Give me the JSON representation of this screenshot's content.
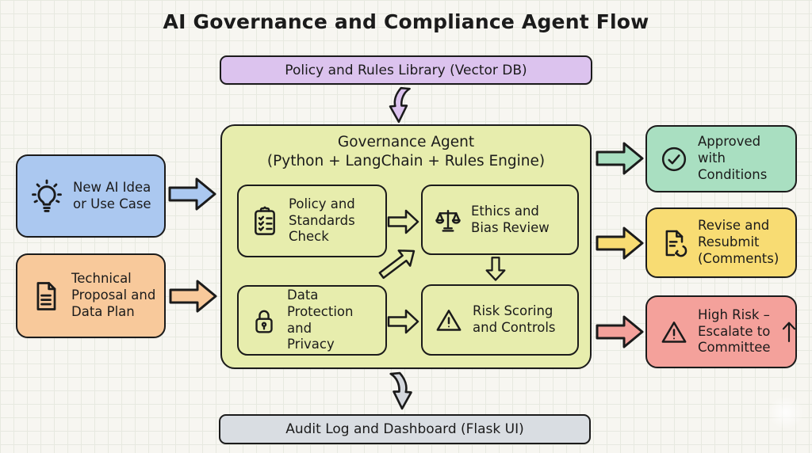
{
  "title": "AI Governance and Compliance Agent Flow",
  "colors": {
    "background": "#f7f6f1",
    "grid_line": "#e7e9e0",
    "outline": "#1b1b1b",
    "policy_library": "#dcc3ee",
    "input_idea": "#abc8f0",
    "input_proposal": "#f8c99b",
    "agent": "#e7edad",
    "approved": "#a9dfc1",
    "revise": "#f8dc73",
    "high_risk": "#f4a19b",
    "audit": "#d9dde2"
  },
  "policy_library": {
    "label": "Policy and Rules Library (Vector DB)"
  },
  "agent": {
    "title": "Governance Agent",
    "subtitle": "(Python + LangChain + Rules Engine)",
    "modules": [
      {
        "label": "Policy and Standards Check",
        "icon": "clipboard-check-icon"
      },
      {
        "label": "Ethics and Bias Review",
        "icon": "scales-icon"
      },
      {
        "label": "Data Protection and Privacy",
        "icon": "lock-icon"
      },
      {
        "label": "Risk Scoring and Controls",
        "icon": "warning-triangle-icon"
      }
    ]
  },
  "inputs": [
    {
      "label": "New AI Idea or Use Case",
      "icon": "lightbulb-icon"
    },
    {
      "label": "Technical Proposal and Data Plan",
      "icon": "document-icon"
    }
  ],
  "outcomes": [
    {
      "label": "Approved with Conditions",
      "icon": "check-circle-icon"
    },
    {
      "label": "Revise and Resubmit (Comments)",
      "icon": "document-revise-icon"
    },
    {
      "label": "High Risk – Escalate to Committee",
      "icon": "warning-triangle-icon",
      "extra_icon": "up-arrow-icon"
    }
  ],
  "audit": {
    "label": "Audit Log and Dashboard (Flask UI)"
  }
}
